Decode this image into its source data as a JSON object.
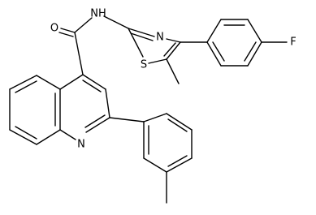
{
  "molecule": {
    "atoms": {
      "oxygen": "O",
      "amide_nh": "NH",
      "thiazole_n": "N",
      "thiazole_s": "S",
      "fluorine": "F",
      "quinoline_n": "N"
    }
  }
}
